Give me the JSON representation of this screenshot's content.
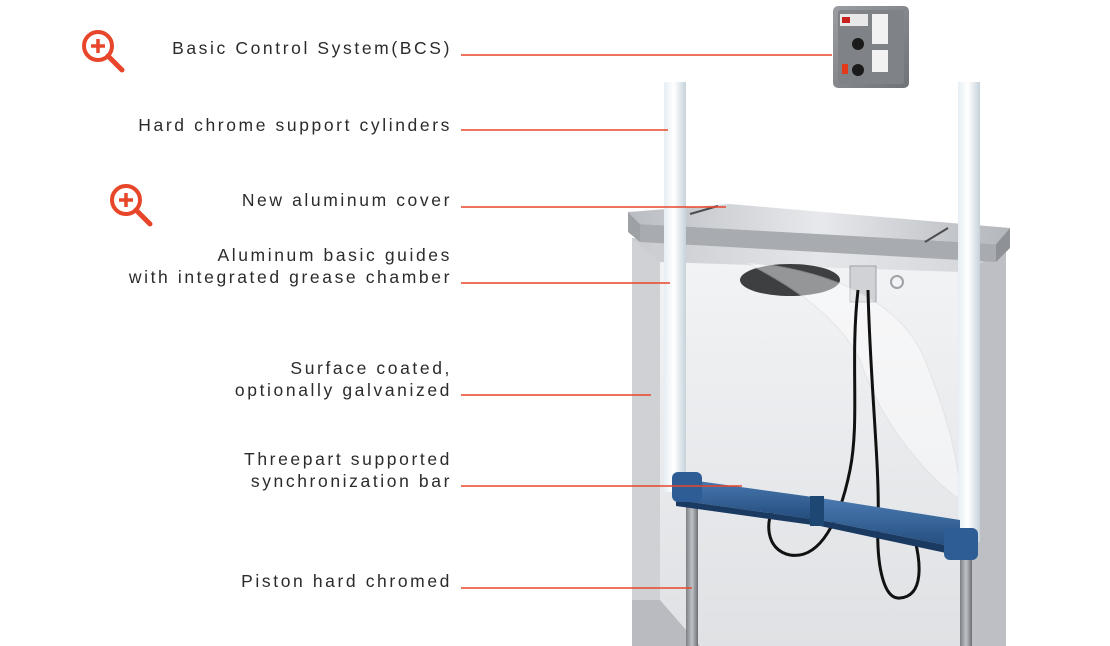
{
  "labels": [
    {
      "id": "bcs",
      "lines": [
        "Basic Control System(BCS)"
      ],
      "zoom": true
    },
    {
      "id": "cylinders",
      "lines": [
        "Hard chrome support cylinders"
      ],
      "zoom": false
    },
    {
      "id": "cover",
      "lines": [
        "New aluminum cover"
      ],
      "zoom": true
    },
    {
      "id": "guides",
      "lines": [
        "Aluminum basic guides",
        "with integrated grease chamber"
      ],
      "zoom": false
    },
    {
      "id": "surface",
      "lines": [
        "Surface coated,",
        "optionally galvanized"
      ],
      "zoom": false
    },
    {
      "id": "bar",
      "lines": [
        "Threepart supported",
        "synchronization bar"
      ],
      "zoom": false
    },
    {
      "id": "piston",
      "lines": [
        "Piston hard chromed"
      ],
      "zoom": false
    }
  ],
  "colors": {
    "accent": "#e8462a",
    "text": "#2b2b2b",
    "bar": "#2d5c93",
    "frame": "#c9cbcf"
  },
  "icons": {
    "zoom": "zoom-in-icon"
  }
}
